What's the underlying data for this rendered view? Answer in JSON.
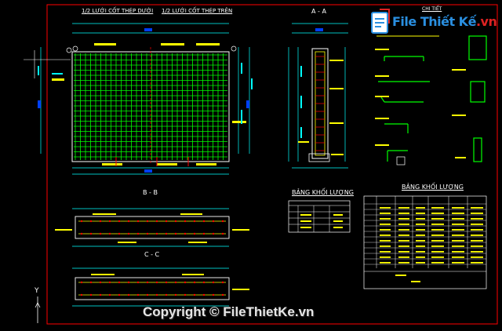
{
  "titles": {
    "bottom_mesh": "1/2 LƯỚI CỐT THÉP DƯỚI",
    "top_mesh": "1/2 LƯỚI CỐT THÉP TRÊN",
    "section_aa": "A - A",
    "section_bb": "B - B",
    "section_cc": "C - C",
    "detail": "CHI TIẾT",
    "table_left": "BẢNG KHỐI LƯỢNG",
    "table_right": "BẢNG KHỐI LƯỢNG"
  },
  "watermark": {
    "logo_main": "File Thiết Kế",
    "logo_suffix": ".vn",
    "copyright": "Copyright © FileThietKe.vn"
  },
  "axis": {
    "y_label": "Y"
  },
  "colors": {
    "background": "#000000",
    "rebar_green": "#00ff00",
    "dimension_cyan": "#00ffff",
    "label_yellow": "#ffff00",
    "frame_red": "#ff0000",
    "outline_white": "#ffffff"
  }
}
